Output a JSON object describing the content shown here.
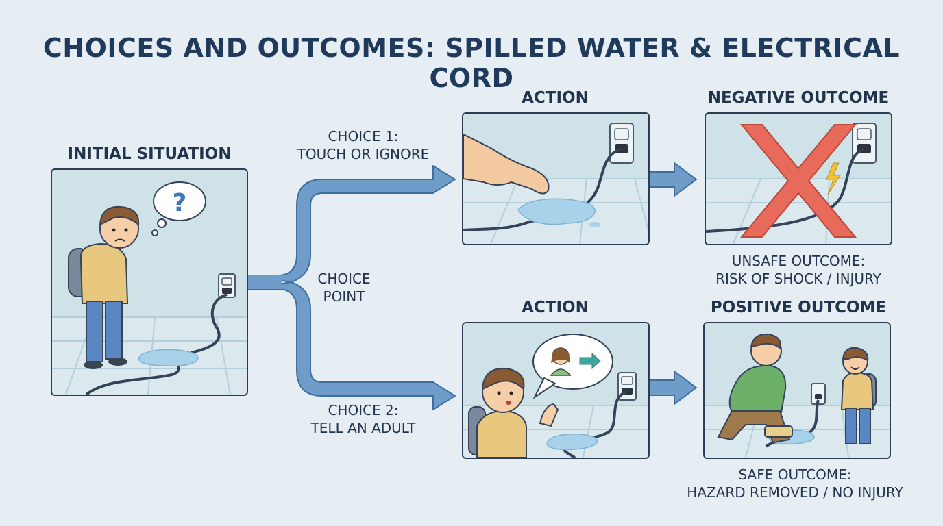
{
  "title": "CHOICES AND OUTCOMES: SPILLED WATER & ELECTRICAL CORD",
  "initial": {
    "heading": "INITIAL SITUATION",
    "thought": "?"
  },
  "choice_point": {
    "line1": "CHOICE",
    "line2": "POINT"
  },
  "choice1": {
    "line1": "CHOICE 1:",
    "line2": "TOUCH OR IGNORE"
  },
  "choice2": {
    "line1": "CHOICE 2:",
    "line2": "TELL AN ADULT"
  },
  "action_top": {
    "heading": "ACTION"
  },
  "action_bottom": {
    "heading": "ACTION"
  },
  "negative": {
    "heading": "NEGATIVE OUTCOME",
    "caption1": "UNSAFE OUTCOME:",
    "caption2": "RISK OF SHOCK / INJURY"
  },
  "positive": {
    "heading": "POSITIVE OUTCOME",
    "caption1": "SAFE OUTCOME:",
    "caption2": "HAZARD REMOVED / NO INJURY"
  },
  "colors": {
    "arrow": "#6f9cc8",
    "arrow_edge": "#3f6f9e",
    "panel_bg": "#cfe2e8",
    "floor": "#dbe9ee",
    "cross": "#e86a5a",
    "water": "#a8d2ea"
  }
}
